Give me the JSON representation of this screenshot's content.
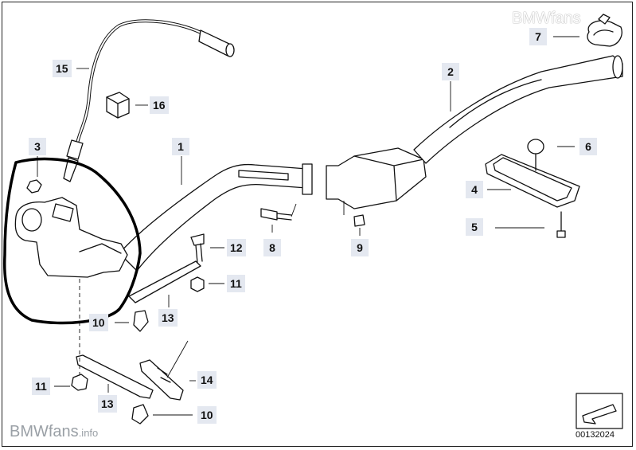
{
  "watermark_top": "BMWfans",
  "watermark_bottom_main": "BMWfans",
  "watermark_bottom_suffix": ".info",
  "document_number": "00132024",
  "callouts": [
    {
      "id": "c15",
      "label": "15"
    },
    {
      "id": "c16",
      "label": "16"
    },
    {
      "id": "c7",
      "label": "7"
    },
    {
      "id": "c2",
      "label": "2"
    },
    {
      "id": "c3",
      "label": "3"
    },
    {
      "id": "c1",
      "label": "1"
    },
    {
      "id": "c6",
      "label": "6"
    },
    {
      "id": "c4",
      "label": "4"
    },
    {
      "id": "c5",
      "label": "5"
    },
    {
      "id": "c8",
      "label": "8"
    },
    {
      "id": "c9",
      "label": "9"
    },
    {
      "id": "c12",
      "label": "12"
    },
    {
      "id": "c11a",
      "label": "11"
    },
    {
      "id": "c10a",
      "label": "10"
    },
    {
      "id": "c13a",
      "label": "13"
    },
    {
      "id": "c14",
      "label": "14"
    },
    {
      "id": "c11b",
      "label": "11"
    },
    {
      "id": "c13b",
      "label": "13"
    },
    {
      "id": "c10b",
      "label": "10"
    }
  ]
}
